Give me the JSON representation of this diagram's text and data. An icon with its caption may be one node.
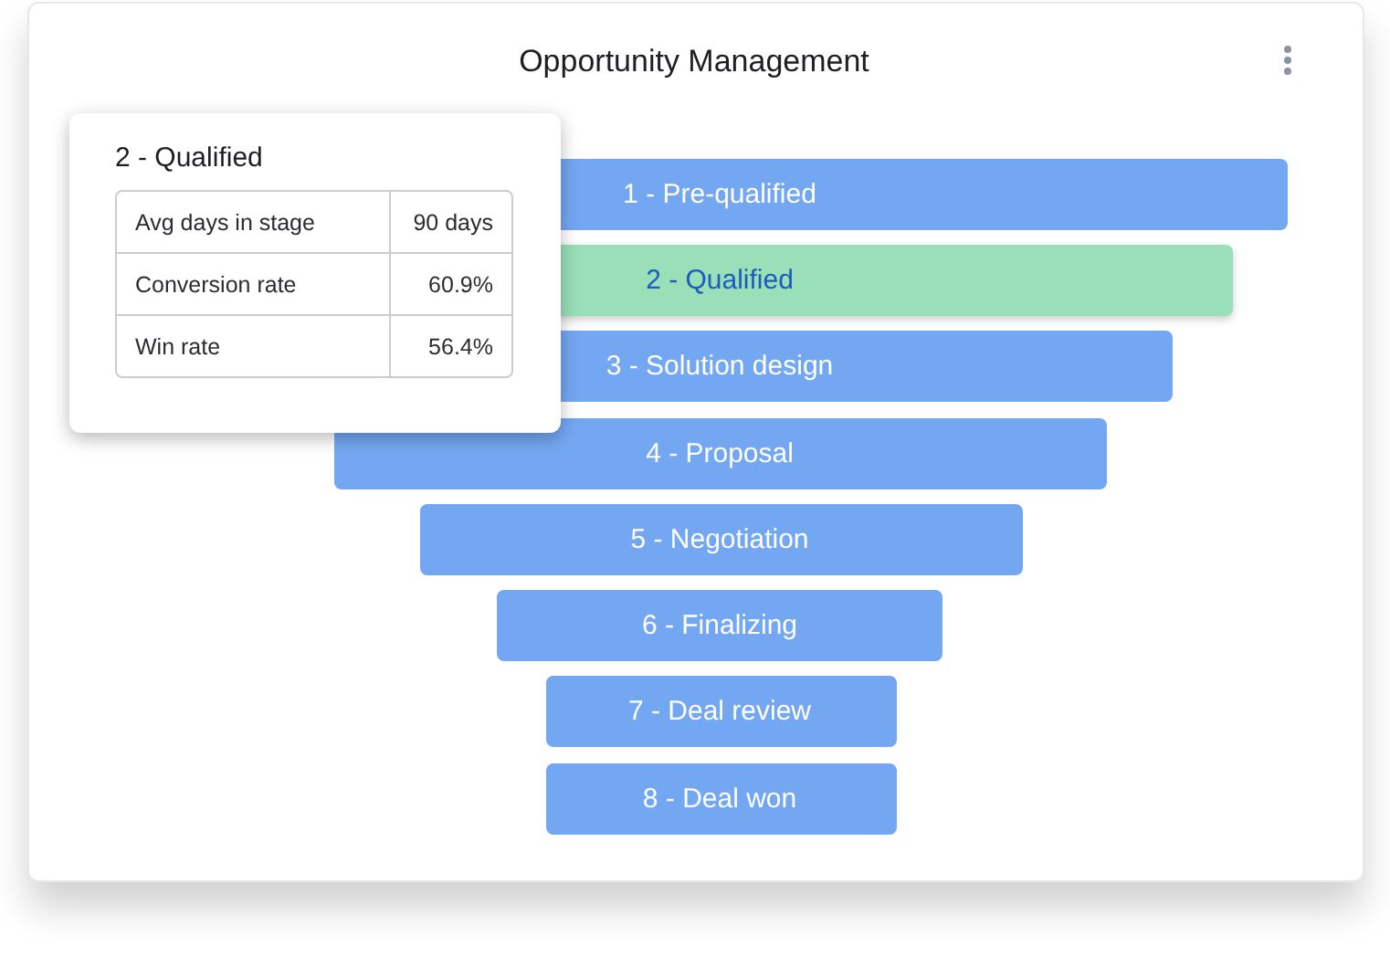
{
  "diagram": {
    "title": "Opportunity Management",
    "nodes": [
      {
        "text": [
          "1 - Pre-qualified"
        ]
      },
      {
        "text": [
          "2 - Qualified"
        ]
      },
      {
        "text": [
          "3 - Solution design"
        ]
      },
      {
        "text": [
          "4 - Proposal"
        ]
      },
      {
        "text": [
          "5 - Negotiation"
        ]
      },
      {
        "text": [
          "6 - Finalizing"
        ]
      },
      {
        "text": [
          "7 - Deal review"
        ]
      },
      {
        "text": [
          "8 - Deal won"
        ]
      },
      {
        "text": [
          "2 - Qualified"
        ]
      }
    ],
    "labels": [
      "Avg days in stage",
      "90 days",
      "Conversion rate",
      "60.9%",
      "Win rate",
      "56.4%"
    ]
  }
}
